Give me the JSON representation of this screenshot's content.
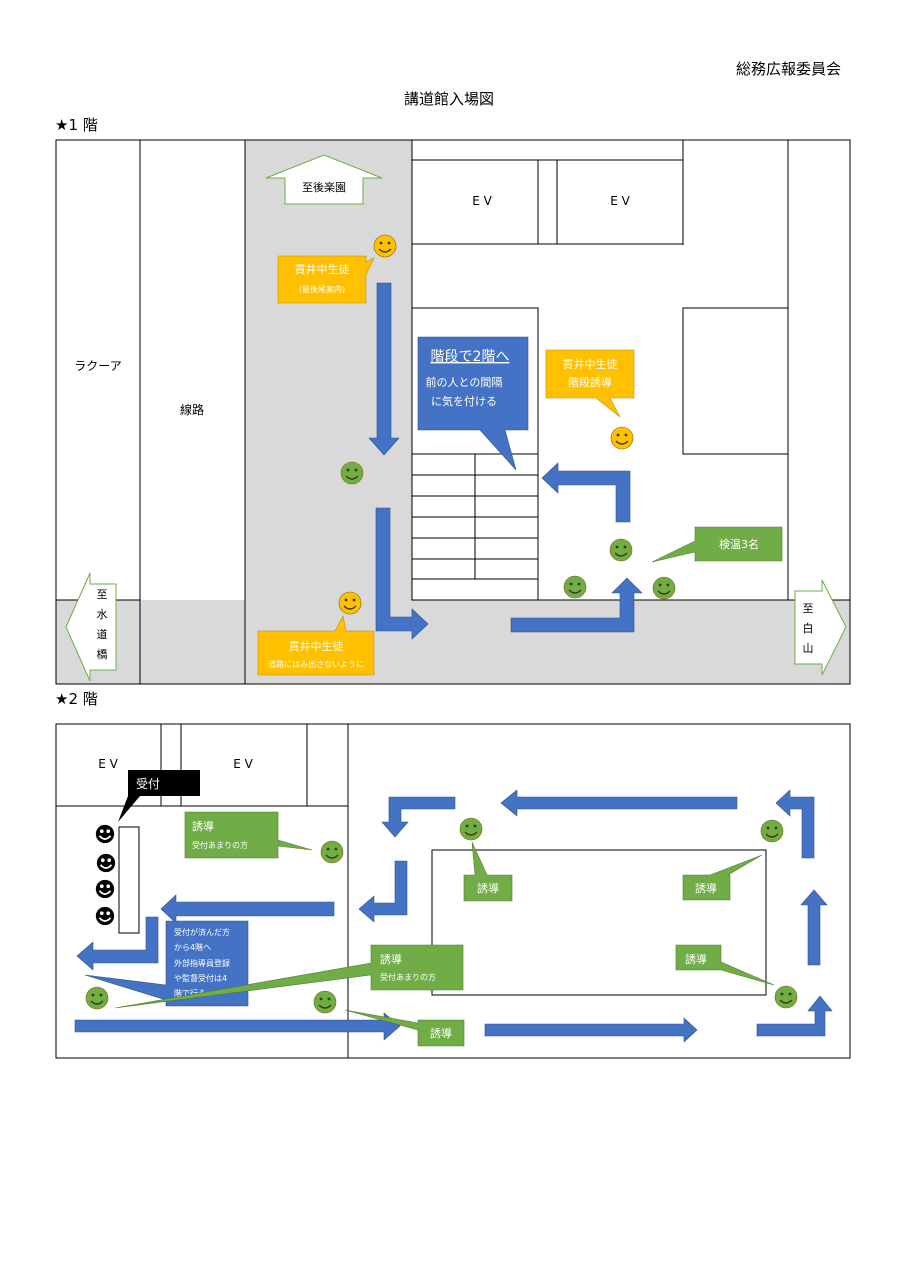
{
  "header": {
    "committee": "総務広報委員会",
    "title": "講道館入場図"
  },
  "floor1": {
    "label": "★1 階",
    "rooms": {
      "laqua": "ラクーア",
      "railway": "線路",
      "ev1": "E V",
      "ev2": "E V"
    },
    "directions": {
      "korakuen": "至後楽園",
      "suidobashi": [
        "至",
        "水",
        "道",
        "橋"
      ],
      "hakusan": [
        "至",
        "白",
        "山"
      ]
    },
    "callouts": {
      "guide_top": {
        "title": "貫井中生徒",
        "sub": "(最後尾案内)"
      },
      "stairs_blue": {
        "title": "階段で2階へ",
        "line1": "前の人との間隔",
        "line2": "に気を付ける"
      },
      "stairs_guide": {
        "title": "貫井中生徒",
        "sub": "階段誘導"
      },
      "temp_check": "検温3名",
      "guide_bottom": {
        "title": "貫井中生徒",
        "sub": "道路にはみ出さないように"
      }
    }
  },
  "floor2": {
    "label": "★2 階",
    "rooms": {
      "ev1": "E V",
      "ev2": "E V"
    },
    "reception": "受付",
    "callouts": {
      "guide_left": {
        "title": "誘導",
        "sub": "受付あまりの方"
      },
      "guide_center": {
        "title": "誘導",
        "sub": "受付あまりの方"
      },
      "guide_top": "誘導",
      "guide_right_top": "誘導",
      "guide_right": "誘導",
      "guide_bottom": "誘導",
      "info_blue": [
        "受付が済んだ方",
        "から4階へ",
        "外部指導員登録",
        "や監督受付は4",
        "階で行う"
      ]
    }
  },
  "colors": {
    "arrow_blue": "#4472C4",
    "callout_green": "#70AD47",
    "callout_orange": "#FFC000",
    "smiley_yellow": "#FFC000",
    "smiley_green": "#70AD47",
    "corridor_gray": "#D9D9D9",
    "direction_border": "#70AD47"
  }
}
